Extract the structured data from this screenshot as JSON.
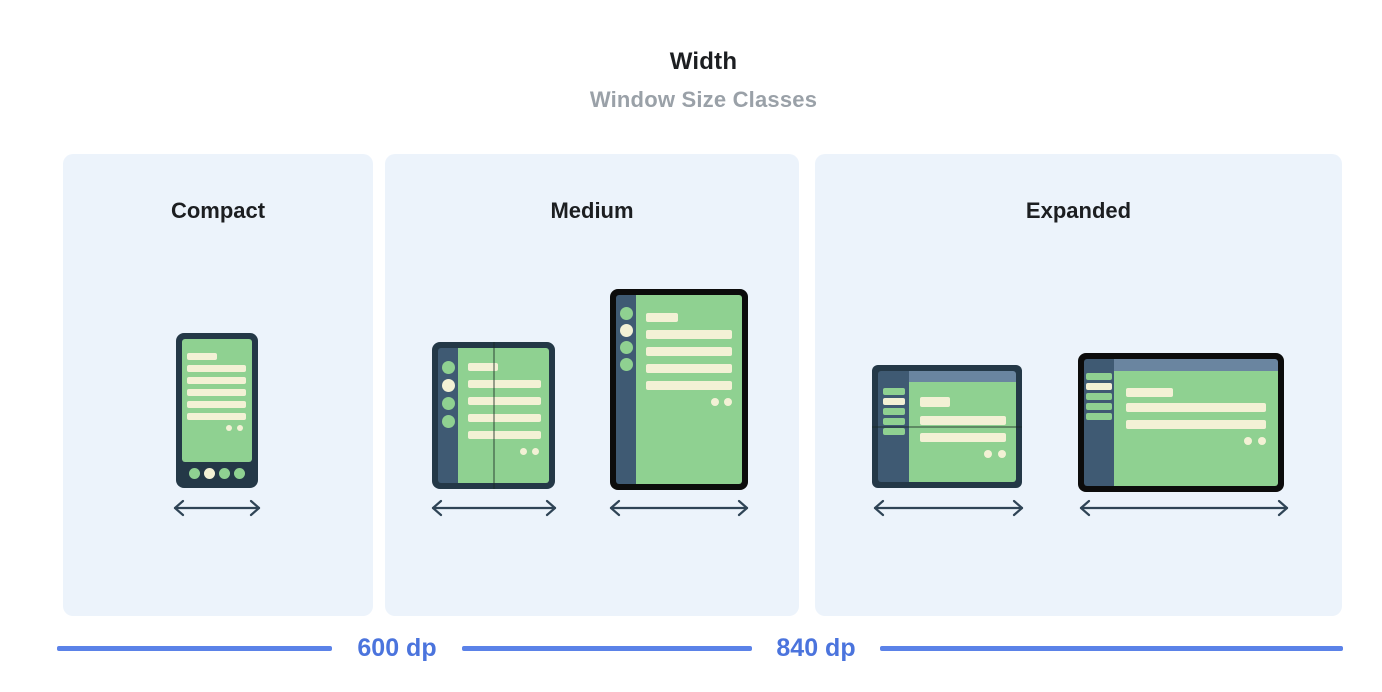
{
  "header": {
    "title": "Width",
    "subtitle": "Window Size Classes"
  },
  "panels": [
    {
      "id": "compact",
      "label": "Compact",
      "devices": [
        "phone"
      ]
    },
    {
      "id": "medium",
      "label": "Medium",
      "devices": [
        "foldable-portrait",
        "tablet-portrait"
      ]
    },
    {
      "id": "expanded",
      "label": "Expanded",
      "devices": [
        "foldable-landscape",
        "tablet-landscape"
      ]
    }
  ],
  "ruler": {
    "breakpoints": [
      {
        "label": "600 dp",
        "value": 600
      },
      {
        "label": "840 dp",
        "value": 840
      }
    ]
  },
  "icons": [
    "width-arrow-icon"
  ],
  "colors": {
    "page_bg": "#ffffff",
    "panel_bg": "#ecf3fb",
    "title_text": "#1c1e21",
    "subtitle_text": "#9aa1a8",
    "ruler_line": "#5b82e8",
    "ruler_label": "#4b74dd",
    "device_frame_navy": "#243847",
    "device_frame_black": "#0c0c0c",
    "screen_green": "#8fd191",
    "rail_slate": "#3f5a73",
    "topbar_slate": "#6a85a0",
    "content_cream": "#f3f1d5",
    "arrow_stroke": "#2f4456"
  }
}
